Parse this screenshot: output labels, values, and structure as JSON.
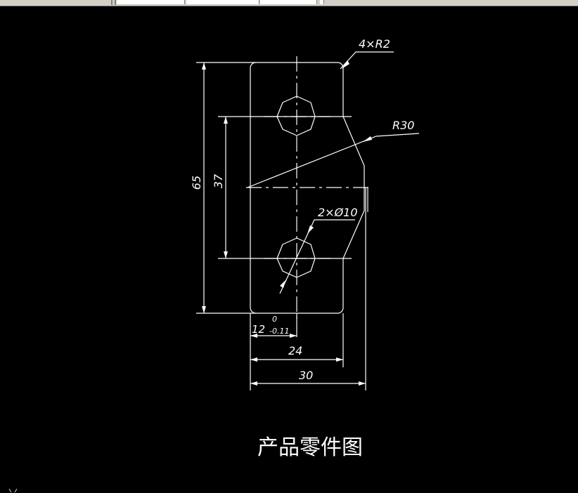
{
  "toolbar": {
    "fields": [
      "",
      "",
      "",
      ""
    ]
  },
  "drawing": {
    "title": "产品零件图",
    "annotations": {
      "corner_radius": "4×R2",
      "arc_radius": "R30",
      "hole_spec": "2×Ø10"
    },
    "dimensions": {
      "overall_height": "65",
      "hole_spacing": "37",
      "hole_offset": "12",
      "tolerance_upper": "0",
      "tolerance_lower": "-0.11",
      "width_inner": "24",
      "width_overall": "30"
    }
  },
  "colors": {
    "background": "#000000",
    "line": "#ffffff",
    "toolbar": "#d4d0c8"
  }
}
